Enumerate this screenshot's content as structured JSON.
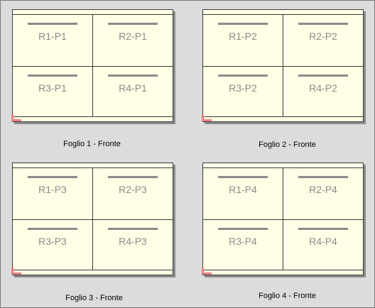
{
  "sheets": [
    {
      "caption": "Foglio 1 - Fronte",
      "cells": [
        "R1-P1",
        "R2-P1",
        "R3-P1",
        "R4-P1"
      ]
    },
    {
      "caption": "Foglio 2 - Fronte",
      "cells": [
        "R1-P2",
        "R2-P2",
        "R3-P2",
        "R4-P2"
      ]
    },
    {
      "caption": "Foglio 3 - Fronte",
      "cells": [
        "R1-P3",
        "R2-P3",
        "R3-P3",
        "R4-P3"
      ]
    },
    {
      "caption": "Foglio 4 - Fronte",
      "cells": [
        "R1-P4",
        "R2-P4",
        "R3-P4",
        "R4-P4"
      ]
    }
  ],
  "colors": {
    "background": "#dcdcdc",
    "sheet": "#ffffe6",
    "label": "#8a8a8a",
    "corner_mark": "#f08080"
  }
}
